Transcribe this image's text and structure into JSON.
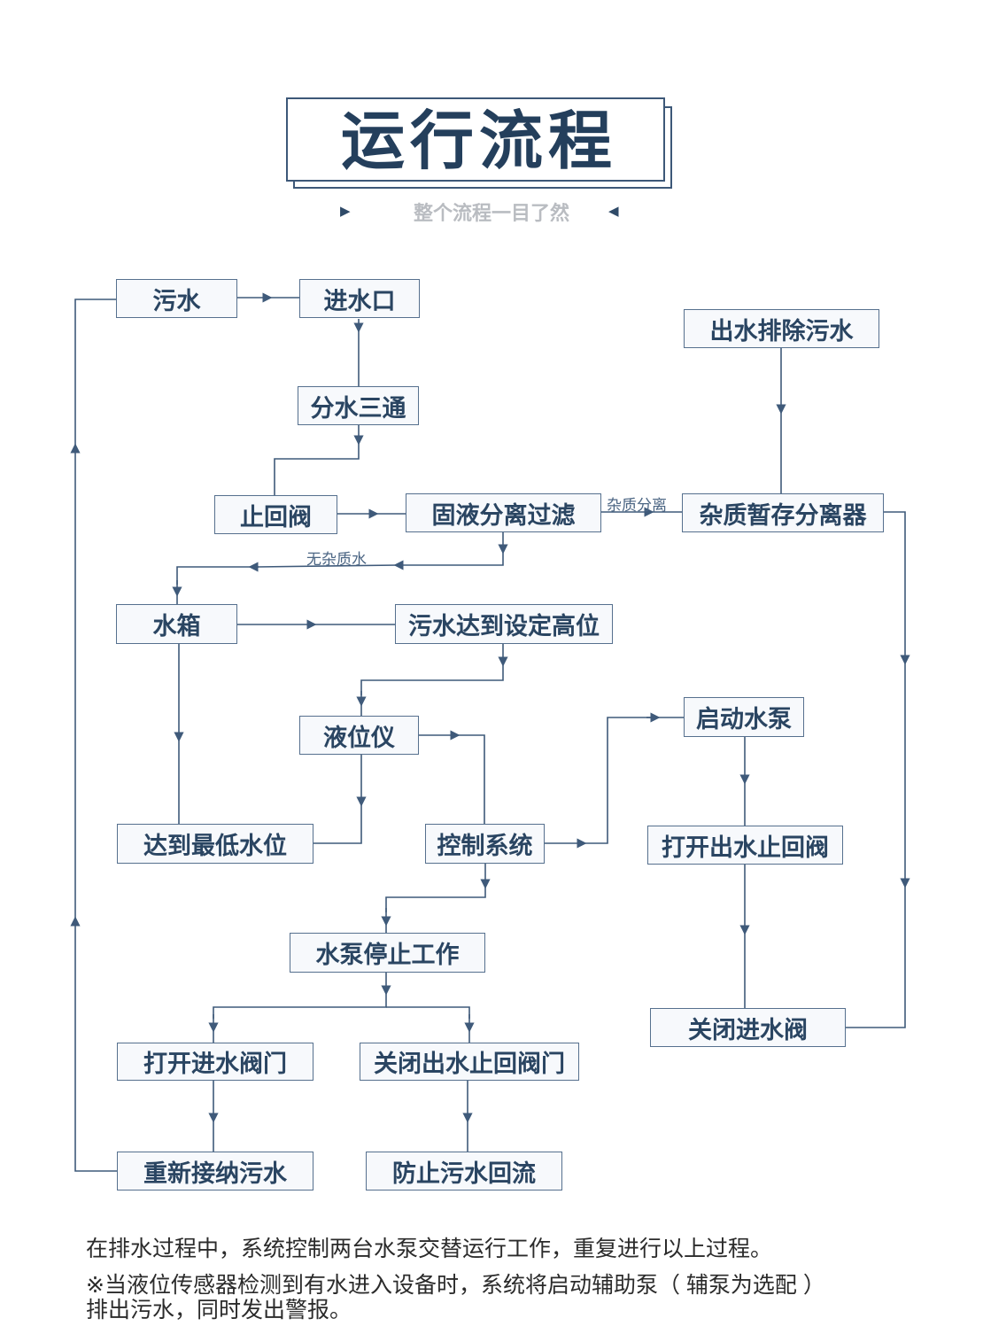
{
  "title": "运行流程",
  "subtitle": "整个流程一目了然",
  "nodes": {
    "wushui": "污水",
    "jinshuikou": "进水口",
    "fenshui": "分水三通",
    "zhihuifa": "止回阀",
    "guye": "固液分离过滤",
    "zazhi": "杂质暂存分离器",
    "chushui_paichu": "出水排除污水",
    "shuixiang": "水箱",
    "gaowei": "污水达到设定高位",
    "yeweiyi": "液位仪",
    "qidong": "启动水泵",
    "zuidi": "达到最低水位",
    "kongzhi": "控制系统",
    "dakai_chushui": "打开出水止回阀",
    "tingzhi": "水泵停止工作",
    "guanbi_jinshui": "关闭进水阀",
    "dakai_jinshui": "打开进水阀门",
    "guanbi_chushui": "关闭出水止回阀门",
    "chongxin": "重新接纳污水",
    "fangzhi": "防止污水回流"
  },
  "edge_labels": {
    "zazhi_fenli": "杂质分离",
    "wu_zazhi": "无杂质水"
  },
  "footer": {
    "line1": "在排水过程中，系统控制两台水泵交替运行工作，重复进行以上过程。",
    "line2": "※当液位传感器检测到有水进入设备时，系统将启动辅助泵（ 辅泵为选配 ）",
    "line3": "排出污水，同时发出警报。"
  },
  "colors": {
    "line": "#3f5a7a",
    "text": "#2a4562",
    "subtitle": "#b9bcc1"
  }
}
